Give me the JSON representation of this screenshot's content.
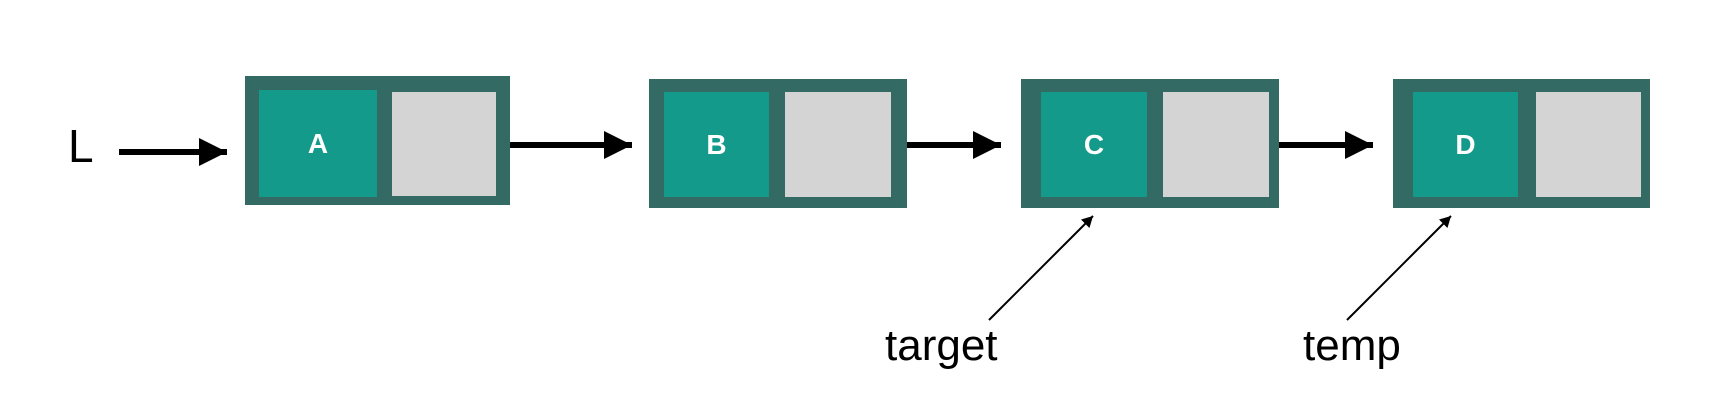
{
  "diagram": {
    "title": "",
    "head_pointer": {
      "label": "L"
    },
    "nodes": [
      {
        "value": "A"
      },
      {
        "value": "B"
      },
      {
        "value": "C"
      },
      {
        "value": "D"
      }
    ],
    "pointers": [
      {
        "label": "target",
        "points_to": "C"
      },
      {
        "label": "temp",
        "points_to": "D"
      }
    ],
    "colors": {
      "node_border": "#336a64",
      "data_cell": "#149a8a",
      "next_cell": "#d4d4d4",
      "arrow": "#000000"
    }
  }
}
